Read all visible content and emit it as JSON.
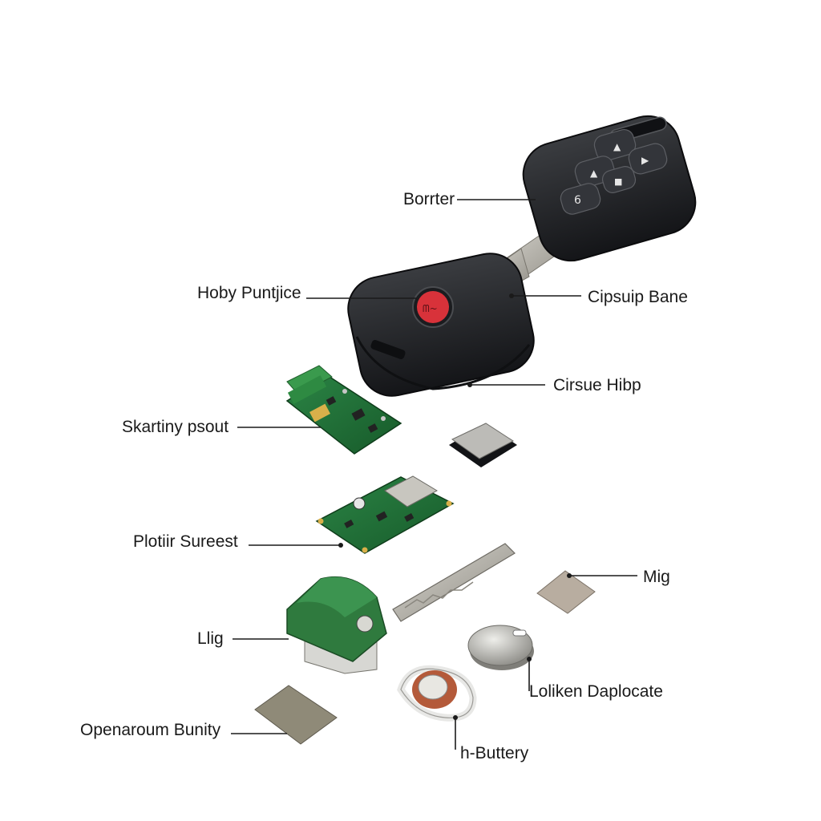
{
  "labels": {
    "key_fob": "Borrter",
    "transponder_head": "Hoby Puntjice",
    "key_blade_holder": "Cipsuip Bane",
    "case_bottom": "Cirsue Hibp",
    "upper_board": "Skartiny psout",
    "main_board": "Plotiir Sureest",
    "metal_tab": "Mig",
    "green_connector": "Llig",
    "coin_battery": "Loliken Daplocate",
    "pad": "Openaroum Bunity",
    "battery_clip": "h-Buttery"
  },
  "colors": {
    "case": "#26282b",
    "button_red": "#d8323a",
    "pcb_green": "#1f6b34",
    "metal": "#b9b6ad",
    "connector_green": "#2f7a3e"
  }
}
